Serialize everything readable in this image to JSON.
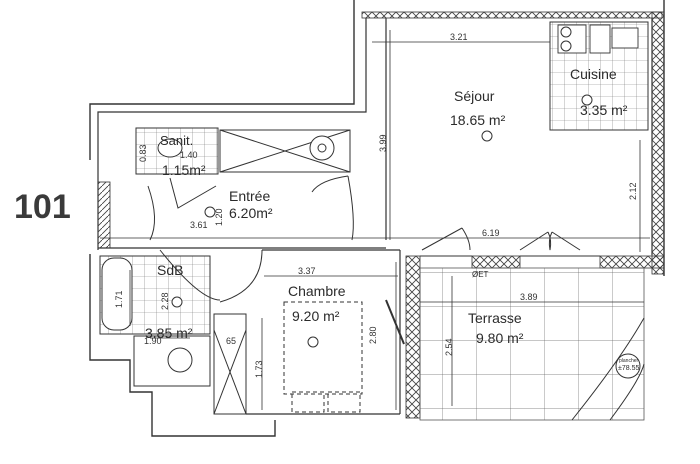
{
  "plan": {
    "unit_number": "101",
    "rooms": [
      {
        "name": "Séjour",
        "area": "18.65 m²"
      },
      {
        "name": "Cuisine",
        "area": "3.35 m²"
      },
      {
        "name": "Sanit.",
        "area": "1.15m²"
      },
      {
        "name": "Entrée",
        "area": "6.20m²"
      },
      {
        "name": "SdB",
        "area": "3.85 m²"
      },
      {
        "name": "Chambre",
        "area": "9.20 m²"
      },
      {
        "name": "Terrasse",
        "area": "9.80 m²"
      }
    ],
    "dimensions": {
      "sejour_width": "3.21",
      "sejour_depth": "3.99",
      "living_right": "2.12",
      "facade_length": "6.19",
      "entree_width": "3.61",
      "entree_height": "1.20",
      "sanit_width": "1.40",
      "sanit_depth": "0.83",
      "chambre_width": "3.37",
      "chambre_depth": "2.80",
      "chambre_wardrobe": "1.73",
      "closet": "65",
      "sdb_bath": "1.71",
      "sdb_depth": "2.28",
      "sdb_width": "1.90",
      "terrasse_width": "3.89",
      "terrasse_depth": "2.54"
    },
    "annotations": {
      "level_marker_label": "plancher",
      "level_marker_value": "±78.55",
      "terrace_fixture": "ØET"
    }
  }
}
